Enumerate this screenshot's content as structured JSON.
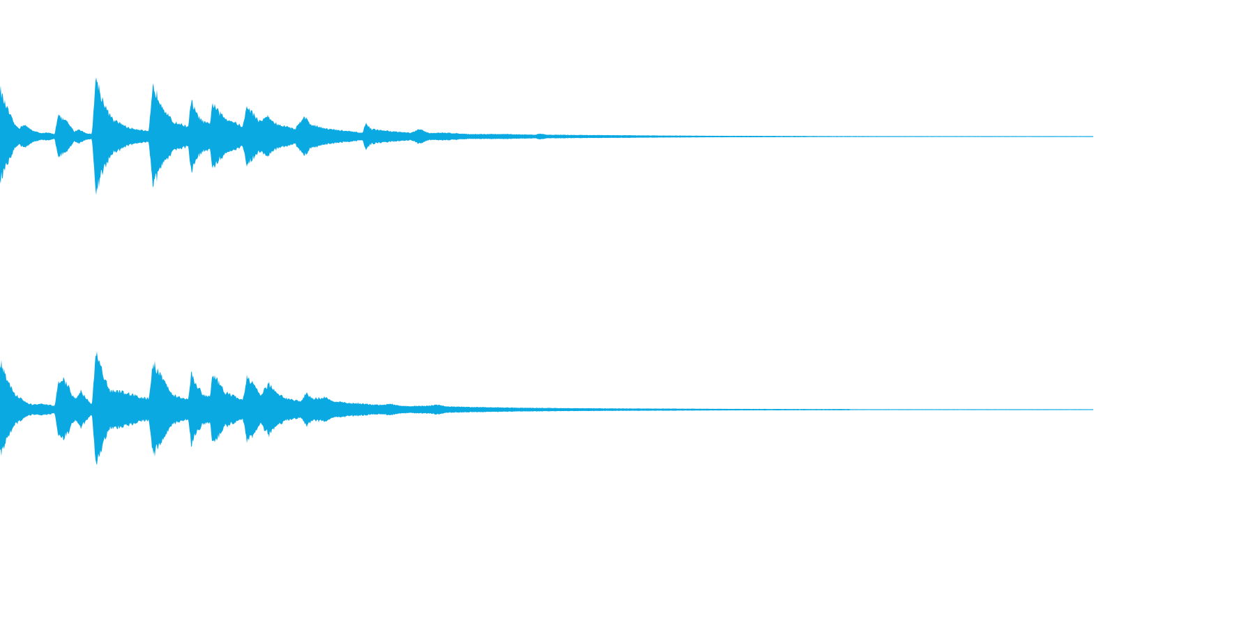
{
  "waveform": {
    "color": "#0aa9e2",
    "background": "#ffffff",
    "channels": [
      {
        "name": "left",
        "envelope": [
          [
            0.0,
            0.4
          ],
          [
            0.003,
            0.3
          ],
          [
            0.006,
            0.24
          ],
          [
            0.01,
            0.16
          ],
          [
            0.014,
            0.09
          ],
          [
            0.018,
            0.07
          ],
          [
            0.022,
            0.1
          ],
          [
            0.026,
            0.07
          ],
          [
            0.03,
            0.05
          ],
          [
            0.036,
            0.03
          ],
          [
            0.044,
            0.03
          ],
          [
            0.05,
            0.02
          ],
          [
            0.053,
            0.18
          ],
          [
            0.056,
            0.15
          ],
          [
            0.06,
            0.13
          ],
          [
            0.064,
            0.09
          ],
          [
            0.068,
            0.04
          ],
          [
            0.072,
            0.06
          ],
          [
            0.078,
            0.03
          ],
          [
            0.084,
            0.02
          ],
          [
            0.088,
            0.5
          ],
          [
            0.092,
            0.34
          ],
          [
            0.096,
            0.26
          ],
          [
            0.1,
            0.18
          ],
          [
            0.104,
            0.13
          ],
          [
            0.11,
            0.11
          ],
          [
            0.118,
            0.07
          ],
          [
            0.126,
            0.06
          ],
          [
            0.136,
            0.04
          ],
          [
            0.14,
            0.41
          ],
          [
            0.146,
            0.3
          ],
          [
            0.152,
            0.2
          ],
          [
            0.158,
            0.12
          ],
          [
            0.166,
            0.1
          ],
          [
            0.172,
            0.08
          ],
          [
            0.175,
            0.29
          ],
          [
            0.18,
            0.18
          ],
          [
            0.186,
            0.12
          ],
          [
            0.192,
            0.1
          ],
          [
            0.194,
            0.27
          ],
          [
            0.2,
            0.2
          ],
          [
            0.206,
            0.15
          ],
          [
            0.214,
            0.12
          ],
          [
            0.222,
            0.08
          ],
          [
            0.226,
            0.25
          ],
          [
            0.232,
            0.18
          ],
          [
            0.238,
            0.12
          ],
          [
            0.244,
            0.17
          ],
          [
            0.25,
            0.12
          ],
          [
            0.256,
            0.09
          ],
          [
            0.264,
            0.08
          ],
          [
            0.27,
            0.06
          ],
          [
            0.278,
            0.17
          ],
          [
            0.284,
            0.1
          ],
          [
            0.292,
            0.08
          ],
          [
            0.302,
            0.06
          ],
          [
            0.312,
            0.05
          ],
          [
            0.322,
            0.04
          ],
          [
            0.332,
            0.03
          ],
          [
            0.334,
            0.11
          ],
          [
            0.34,
            0.06
          ],
          [
            0.35,
            0.05
          ],
          [
            0.362,
            0.04
          ],
          [
            0.376,
            0.03
          ],
          [
            0.384,
            0.06
          ],
          [
            0.392,
            0.03
          ],
          [
            0.41,
            0.03
          ],
          [
            0.43,
            0.02
          ],
          [
            0.46,
            0.02
          ],
          [
            0.49,
            0.015
          ],
          [
            0.494,
            0.025
          ],
          [
            0.5,
            0.015
          ],
          [
            0.54,
            0.012
          ],
          [
            0.58,
            0.01
          ],
          [
            0.61,
            0.008
          ],
          [
            0.66,
            0.006
          ],
          [
            0.72,
            0.005
          ],
          [
            0.76,
            0.004
          ],
          [
            1.0,
            0.002
          ]
        ]
      },
      {
        "name": "right",
        "envelope": [
          [
            0.0,
            0.4
          ],
          [
            0.003,
            0.32
          ],
          [
            0.006,
            0.26
          ],
          [
            0.01,
            0.18
          ],
          [
            0.014,
            0.12
          ],
          [
            0.018,
            0.1
          ],
          [
            0.022,
            0.07
          ],
          [
            0.026,
            0.05
          ],
          [
            0.03,
            0.04
          ],
          [
            0.036,
            0.05
          ],
          [
            0.044,
            0.04
          ],
          [
            0.05,
            0.03
          ],
          [
            0.053,
            0.21
          ],
          [
            0.058,
            0.24
          ],
          [
            0.062,
            0.2
          ],
          [
            0.066,
            0.12
          ],
          [
            0.07,
            0.09
          ],
          [
            0.074,
            0.16
          ],
          [
            0.078,
            0.1
          ],
          [
            0.084,
            0.04
          ],
          [
            0.088,
            0.5
          ],
          [
            0.092,
            0.36
          ],
          [
            0.096,
            0.26
          ],
          [
            0.1,
            0.16
          ],
          [
            0.106,
            0.15
          ],
          [
            0.114,
            0.14
          ],
          [
            0.122,
            0.12
          ],
          [
            0.13,
            0.1
          ],
          [
            0.136,
            0.09
          ],
          [
            0.14,
            0.38
          ],
          [
            0.146,
            0.3
          ],
          [
            0.152,
            0.2
          ],
          [
            0.158,
            0.12
          ],
          [
            0.166,
            0.1
          ],
          [
            0.172,
            0.08
          ],
          [
            0.175,
            0.3
          ],
          [
            0.18,
            0.2
          ],
          [
            0.186,
            0.12
          ],
          [
            0.192,
            0.1
          ],
          [
            0.194,
            0.29
          ],
          [
            0.2,
            0.22
          ],
          [
            0.206,
            0.14
          ],
          [
            0.214,
            0.11
          ],
          [
            0.222,
            0.08
          ],
          [
            0.226,
            0.27
          ],
          [
            0.232,
            0.2
          ],
          [
            0.238,
            0.12
          ],
          [
            0.246,
            0.21
          ],
          [
            0.252,
            0.14
          ],
          [
            0.26,
            0.1
          ],
          [
            0.268,
            0.08
          ],
          [
            0.276,
            0.07
          ],
          [
            0.28,
            0.14
          ],
          [
            0.286,
            0.09
          ],
          [
            0.298,
            0.1
          ],
          [
            0.304,
            0.07
          ],
          [
            0.312,
            0.06
          ],
          [
            0.322,
            0.05
          ],
          [
            0.332,
            0.05
          ],
          [
            0.34,
            0.04
          ],
          [
            0.352,
            0.04
          ],
          [
            0.356,
            0.05
          ],
          [
            0.366,
            0.03
          ],
          [
            0.38,
            0.03
          ],
          [
            0.39,
            0.03
          ],
          [
            0.4,
            0.04
          ],
          [
            0.41,
            0.025
          ],
          [
            0.44,
            0.02
          ],
          [
            0.48,
            0.015
          ],
          [
            0.52,
            0.012
          ],
          [
            0.56,
            0.01
          ],
          [
            0.62,
            0.008
          ],
          [
            0.68,
            0.006
          ],
          [
            0.74,
            0.005
          ],
          [
            0.776,
            0.005
          ],
          [
            0.78,
            0.002
          ],
          [
            1.0,
            0.002
          ]
        ]
      }
    ]
  }
}
